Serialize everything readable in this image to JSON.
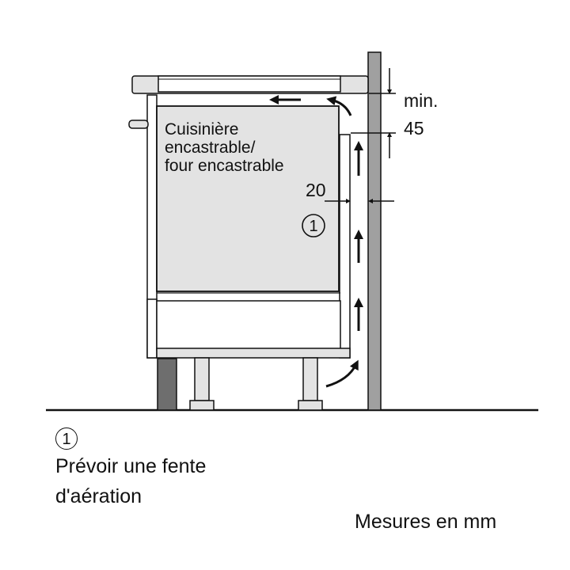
{
  "diagram": {
    "appliance_label": [
      "Cuisinière",
      "encastrable/",
      "four encastrable"
    ],
    "gap_dimension": "20",
    "top_dimension": [
      "min.",
      "45"
    ],
    "callout_number": "1"
  },
  "legend": {
    "number": "1",
    "text_lines": [
      "Prévoir une fente",
      "d'aération"
    ]
  },
  "units_note": "Mesures en mm",
  "colors": {
    "appliance_fill": "#e3e3e3",
    "wall_fill": "#a0a0a0",
    "plinth_fill": "#6e6e6e",
    "line": "#111111"
  }
}
